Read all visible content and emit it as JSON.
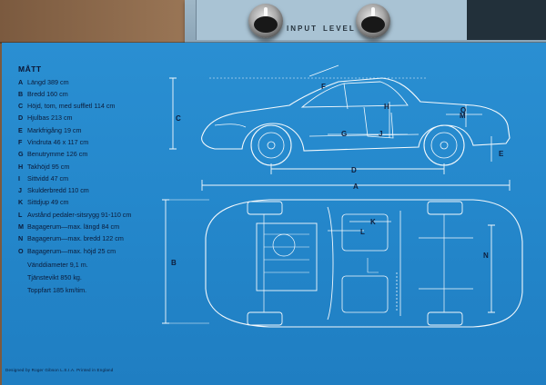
{
  "amplifier": {
    "labels": [
      "INPUT",
      "LEVEL"
    ]
  },
  "spec_sheet": {
    "title": "MÅTT",
    "items": [
      {
        "key": "A",
        "label": "Längd 389 cm"
      },
      {
        "key": "B",
        "label": "Bredd 160 cm"
      },
      {
        "key": "C",
        "label": "Höjd, tom, med suffletl 114 cm"
      },
      {
        "key": "D",
        "label": "Hjulbas 213 cm"
      },
      {
        "key": "E",
        "label": "Markfrigång 19 cm"
      },
      {
        "key": "F",
        "label": "Vindruta 46 x 117 cm"
      },
      {
        "key": "G",
        "label": "Benutrymme 126 cm"
      },
      {
        "key": "H",
        "label": "Takhöjd 95 cm"
      },
      {
        "key": "I",
        "label": "Sittvidd 47 cm"
      },
      {
        "key": "J",
        "label": "Skulderbredd 110 cm"
      },
      {
        "key": "K",
        "label": "Sittdjup 49 cm"
      },
      {
        "key": "L",
        "label": "Avstånd pedaler-sitsrygg 91-110 cm"
      },
      {
        "key": "M",
        "label": "Bagagerum—max. längd 84 cm"
      },
      {
        "key": "N",
        "label": "Bagagerum—max. bredd 122 cm"
      },
      {
        "key": "O",
        "label": "Bagagerum—max. höjd 25 cm"
      }
    ],
    "extras": [
      "Vänddiameter 9,1 m.",
      "Tjänstevikt 850 kg.",
      "Toppfart 185 km/tim."
    ],
    "credit": "Designed by Roger Gibson L.S.I.A. Printed in England"
  },
  "diagram_labels": {
    "side": [
      "F",
      "H",
      "C",
      "G",
      "J",
      "M",
      "O",
      "D",
      "E",
      "A"
    ],
    "top": [
      "K",
      "L",
      "B",
      "N"
    ]
  },
  "colors": {
    "blueprint": "#2487cb",
    "ink": "#0e1e3c",
    "line": "#ffffff"
  }
}
